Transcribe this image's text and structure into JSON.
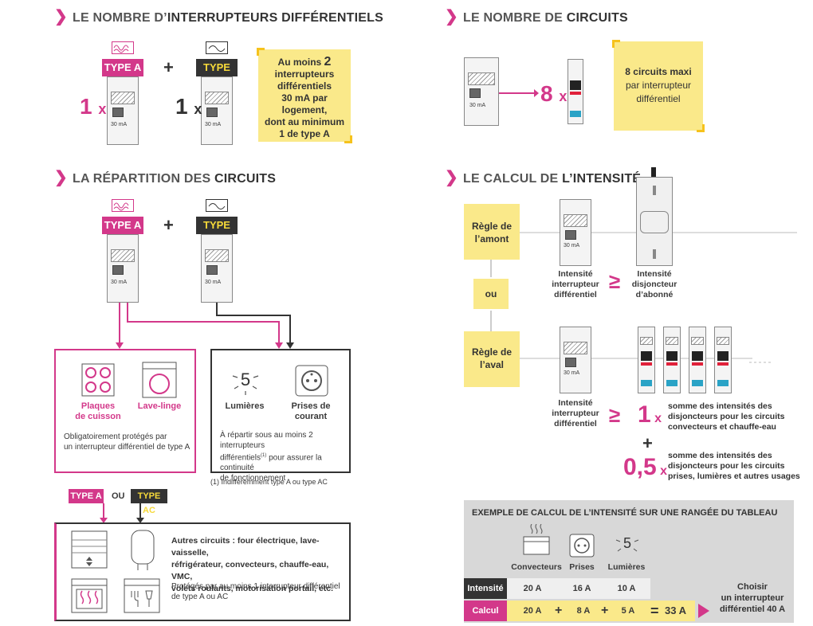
{
  "sections": {
    "s1": {
      "prefix": "LE NOMBRE D’",
      "highlight": "INTERRUPTEURS DIFFÉRENTIELS"
    },
    "s2": {
      "prefix": "LE NOMBRE DE ",
      "highlight": "CIRCUITS"
    },
    "s3": {
      "prefix": "LA RÉPARTITION DES ",
      "highlight": "CIRCUITS"
    },
    "s4": {
      "prefix": "LE CALCUL DE ",
      "highlight": "L’INTENSITÉ"
    }
  },
  "chevron": "❯",
  "type_a": "TYPE A",
  "type_ac": "TYPE AC",
  "plus": "+",
  "one_x": "1",
  "x": "x",
  "eight": "8",
  "ou": "OU",
  "device_rating": "30 mA",
  "note1": {
    "line1_pre": "Au moins ",
    "line1_num": "2",
    "line2": "interrupteurs",
    "line3": "différentiels",
    "line4": "30 mA par logement,",
    "line5": "dont au minimum",
    "line6": "1 de type A"
  },
  "note2": {
    "line1": "8 circuits maxi",
    "line2": "par interrupteur",
    "line3": "différentiel"
  },
  "box_a": {
    "item1": "Plaques\nde cuisson",
    "item2": "Lave-linge",
    "text": "Obligatoirement protégés par\nun interrupteur différentiel de type A"
  },
  "box_ac": {
    "item1": "Lumières",
    "item2": "Prises de courant",
    "text_pre": "À répartir sous au moins 2 interrupteurs\ndifférentiels",
    "text_sup": "(1)",
    "text_post": " pour assurer la continuité\nde fonctionnement"
  },
  "footnote": "(1) Indifféremment type A ou type AC",
  "other": {
    "bold": "Autres circuits : four électrique, lave-vaisselle,\nréfrigérateur, convecteurs, chauffe-eau, VMC,\nvolets roulants, motorisation portail, etc.",
    "text": "Protégés par au moins 1 interrupteur différentiel\nde type A ou AC"
  },
  "calc": {
    "amont": "Règle de\nl’amont",
    "aval": "Règle de\nl’aval",
    "ou": "ou",
    "ge": "≥",
    "label_id": "Intensité\ninterrupteur\ndifférentiel",
    "label_dj": "Intensité\ndisjoncteur\nd’abonné",
    "one": "1",
    "half": "0,5",
    "desc1": "somme des intensités des\ndisjoncteurs pour les circuits\nconvecteurs et chauffe-eau",
    "desc2": "somme des intensités des\ndisjoncteurs pour les circuits\nprises, lumières et autres usages"
  },
  "example": {
    "title": "EXEMPLE DE CALCUL DE L’INTENSITÉ SUR UNE RANGÉE DU TABLEAU",
    "cols": [
      "Convecteurs",
      "Prises",
      "Lumières"
    ],
    "row1_label": "Intensité",
    "row1": [
      "20 A",
      "16 A",
      "10 A"
    ],
    "row2_label": "Calcul",
    "row2": [
      "20 A",
      "8 A",
      "5 A"
    ],
    "plus": "+",
    "eq": "=",
    "total": "33 A",
    "conclusion": "Choisir\nun interrupteur\ndifférentiel 40 A"
  },
  "colors": {
    "pink": "#d3388a",
    "yellow": "#fae98a",
    "dark": "#333333",
    "gray": "#d8d8d8",
    "accent_yellow": "#f6c21c"
  }
}
